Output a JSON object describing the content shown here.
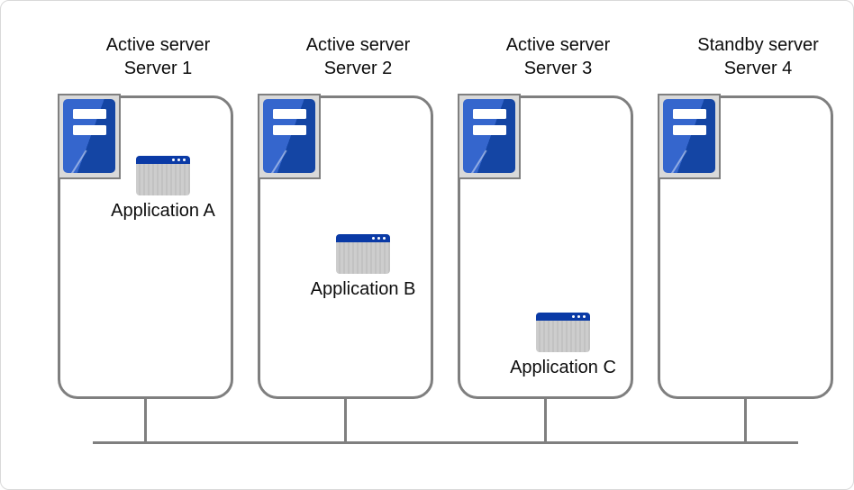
{
  "diagram": {
    "servers": [
      {
        "role": "Active server",
        "name": "Server 1",
        "application": "Application A"
      },
      {
        "role": "Active server",
        "name": "Server 2",
        "application": "Application B"
      },
      {
        "role": "Active server",
        "name": "Server 3",
        "application": "Application C"
      },
      {
        "role": "Standby server",
        "name": "Server 4",
        "application": null
      }
    ],
    "icons": {
      "server": "server-tower-icon",
      "application": "app-window-icon"
    },
    "colors": {
      "line_gray": "#7f7f7f",
      "icon_plate_gray": "#d9d9d9",
      "server_blue_light": "#3566cd",
      "server_blue_dark": "#1445a4",
      "app_titlebar_blue": "#0a3aa6",
      "app_body_gray": "#c9c9c9",
      "text_black": "#0d0d0d"
    }
  }
}
